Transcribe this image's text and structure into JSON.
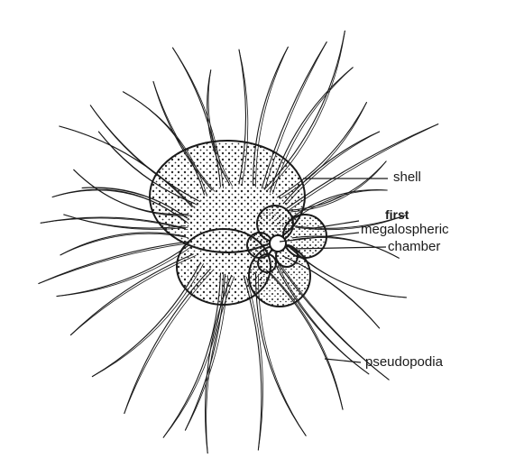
{
  "labels": {
    "shell": "shell",
    "first": "first",
    "megalospheric": "megalospheric",
    "chamber": "chamber",
    "pseudopodia": "pseudopodia"
  },
  "colors": {
    "ink": "#1a1a1a",
    "paper": "#ffffff",
    "shell_fill": "#f4f4f4"
  }
}
